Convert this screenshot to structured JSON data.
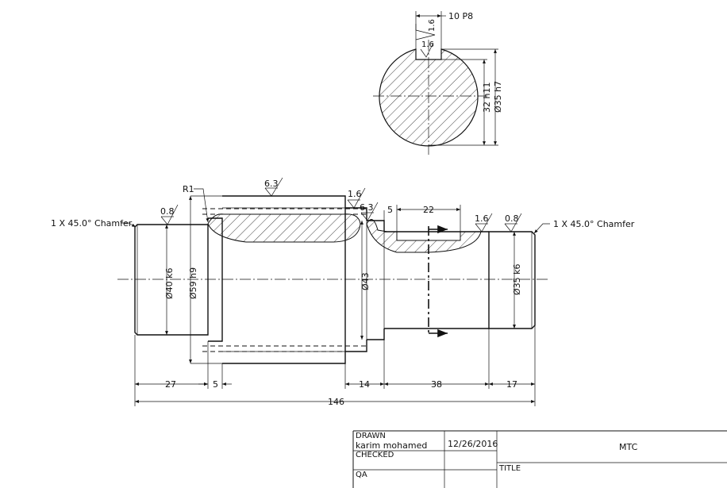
{
  "section_view": {
    "roughness": [
      "1.6",
      "1.6"
    ],
    "keyway_label": "10 P8",
    "keyway_depth": "32 h11",
    "diameter": "Ø35 h7"
  },
  "side_view": {
    "radius_label": "R1",
    "left_chamfer": "1 X 45.0° Chamfer",
    "right_chamfer": "1 X 45.0° Chamfer",
    "roughness": {
      "left_end": "0.8",
      "collar_top": "6.3",
      "groove_left": "1.6",
      "groove_right": "6.3",
      "bearing_right": "1.6",
      "right_end": "0.8"
    },
    "diameters": {
      "d40": "Ø40 k6",
      "d59": "Ø59 h9",
      "d43": "Ø43",
      "d35": "Ø35 k6"
    },
    "dims": {
      "len_27": "27",
      "len_5_left": "5",
      "len_14": "14",
      "len_38": "38",
      "len_17": "17",
      "total": "146",
      "key_offset": "5",
      "key_len": "22"
    }
  },
  "title_block": {
    "drawn_label": "DRAWN",
    "drawn_name": "karim mohamed",
    "drawn_date": "12/26/2016",
    "checked_label": "CHECKED",
    "qa_label": "QA",
    "title_label": "TITLE",
    "company": "MTC"
  }
}
